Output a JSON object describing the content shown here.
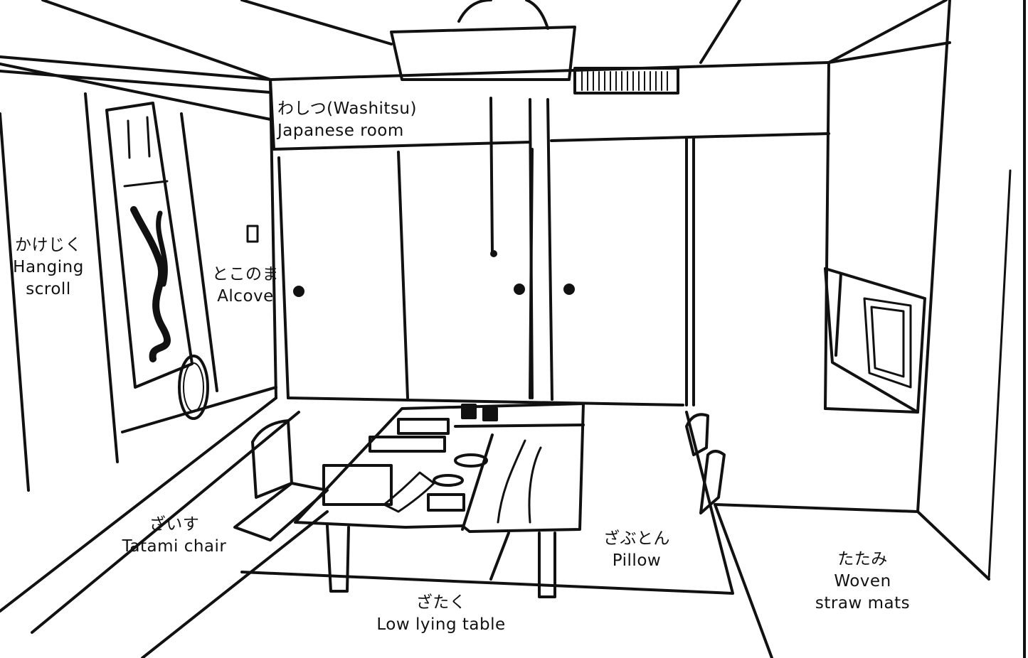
{
  "colors": {
    "ink": "#111111",
    "paper": "#ffffff"
  },
  "labels": {
    "washitsu": {
      "jp": "わしつ(Washitsu)",
      "en": "Japanese room"
    },
    "kakejiku": {
      "jp": "かけじく",
      "en1": "Hanging",
      "en2": "scroll"
    },
    "tokonoma": {
      "jp": "とこのま",
      "en": "Alcove"
    },
    "zaisu": {
      "jp": "ざいす",
      "en": "Tatami chair"
    },
    "zabuton": {
      "jp": "ざぶとん",
      "en": "Pillow"
    },
    "zataku": {
      "jp": "ざたく",
      "en": "Low lying table"
    },
    "tatami": {
      "jp": "たたみ",
      "en1": "Woven",
      "en2": "straw mats"
    }
  }
}
